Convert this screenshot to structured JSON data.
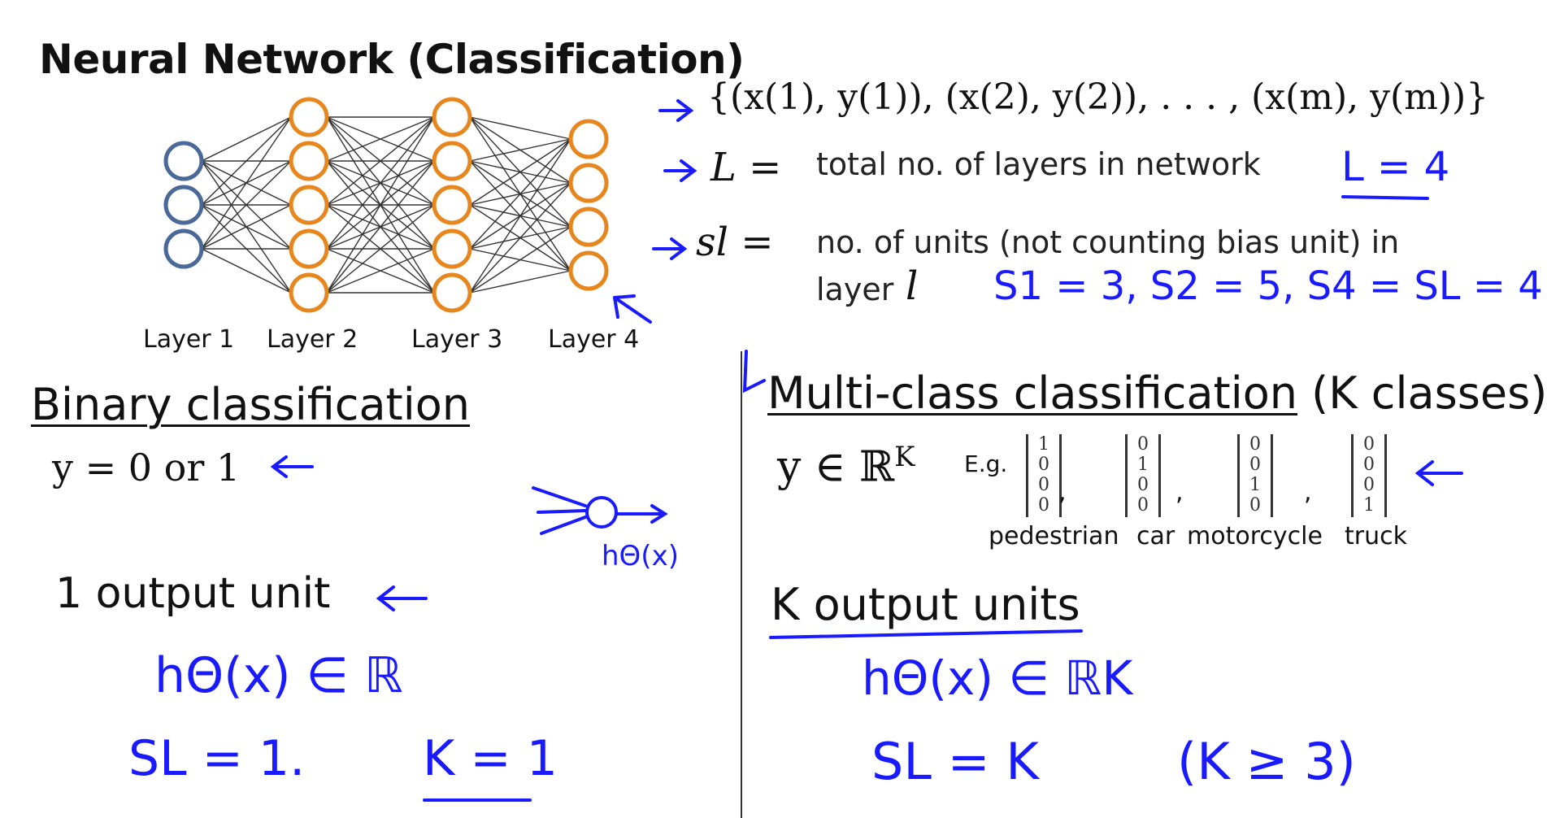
{
  "slide": {
    "title": "Neural Network (Classification)",
    "layers": [
      "Layer 1",
      "Layer 2",
      "Layer 3",
      "Layer 4"
    ],
    "network_units": [
      3,
      5,
      5,
      4
    ],
    "colors": {
      "input_unit": "#4a6898",
      "hidden_unit": "#e8861e",
      "handwriting": "#1a1aff",
      "text": "#111111"
    },
    "definitions": {
      "training_set": "{(x(1), y(1)), (x(2), y(2)), . . . , (x(m), y(m))}",
      "L_symbol": "L =",
      "L_text": "total no. of layers in network",
      "L_hand": "L = 4",
      "s_symbol": "sl =",
      "s_text": "no. of units (not counting bias unit) in",
      "s_text2": "layer",
      "s_var": "l",
      "s_hand": "S1 = 3,  S2 = 5,  S4 = SL = 4"
    },
    "binary": {
      "header": "Binary classification",
      "y_def": "y = 0 or 1",
      "output_units": "1 output unit",
      "hand_h": "hΘ(x) ∈ ℝ",
      "hand_sl": "SL = 1.",
      "hand_k": "K = 1",
      "hand_neuron_label": "hΘ(x)"
    },
    "multi": {
      "header": "Multi-class classification",
      "header_suffix": "(K classes)",
      "y_def": "y ∈ ℝ",
      "y_sup": "K",
      "eg": "E.g.",
      "vectors": [
        [
          "1",
          "0",
          "0",
          "0"
        ],
        [
          "0",
          "1",
          "0",
          "0"
        ],
        [
          "0",
          "0",
          "1",
          "0"
        ],
        [
          "0",
          "0",
          "0",
          "1"
        ]
      ],
      "vector_labels": [
        "pedestrian",
        "car",
        "motorcycle",
        "truck"
      ],
      "output_units": "K output units",
      "hand_h": "hΘ(x) ∈ ℝK",
      "hand_sl": "SL = K",
      "hand_k": "(K ≥ 3)"
    }
  }
}
